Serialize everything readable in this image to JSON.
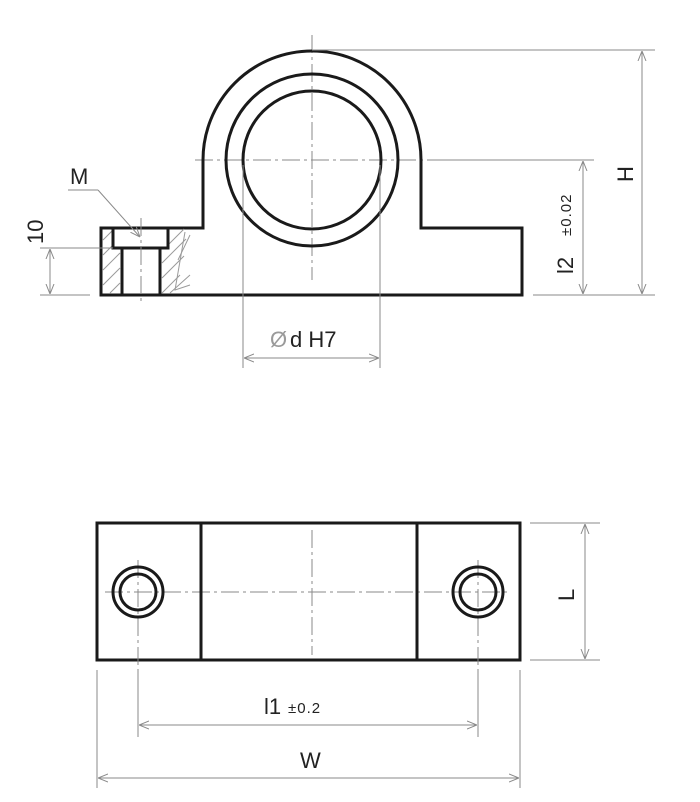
{
  "drawing": {
    "type": "pillow block / shaft support technical drawing",
    "views": [
      "front-view-section",
      "top-view"
    ],
    "colors": {
      "outline": "#1a1a1a",
      "dimension": "#8a8a8a",
      "background": "#ffffff"
    }
  },
  "front_view": {
    "labels": {
      "thread": "M",
      "counterbore_depth": "10",
      "bore": "d H7",
      "bore_symbol": "Ø",
      "center_height": "l2",
      "center_height_tol": "±0.02",
      "height": "H"
    }
  },
  "top_view": {
    "labels": {
      "length": "L",
      "hole_pitch": "l1",
      "hole_pitch_tol": "±0.2",
      "width": "W"
    }
  }
}
